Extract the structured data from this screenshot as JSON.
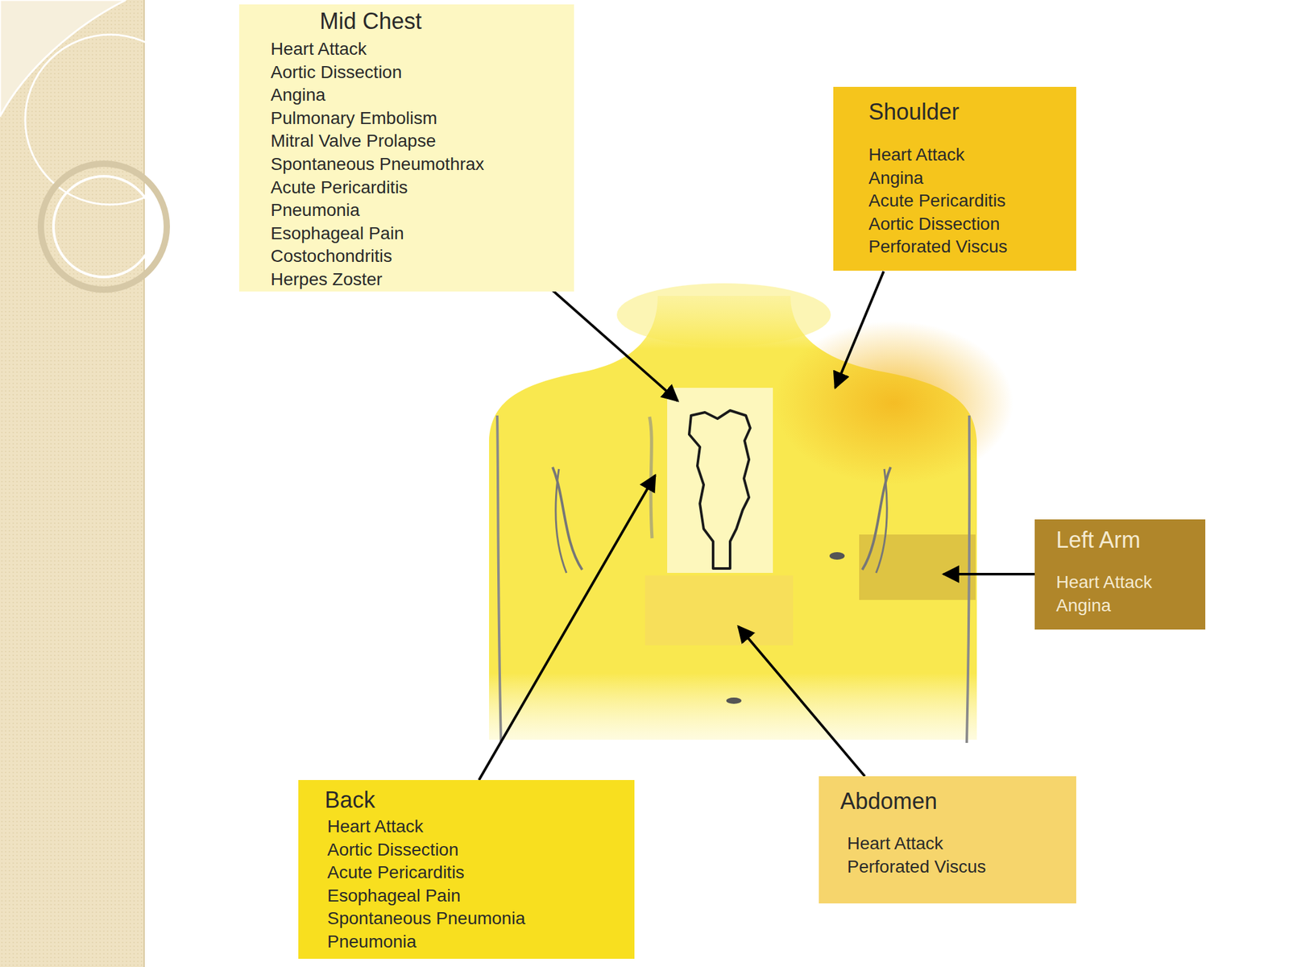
{
  "diagram": {
    "nodes": [
      {
        "text": [
          "Mid Chest",
          "Heart Attack",
          "Aortic Dissection",
          "Angina",
          "Pulmonary Embolism",
          "Mitral Valve Prolapse",
          "Spontaneous Pneumothrax",
          "Acute Pericarditis",
          "Pneumonia",
          "Esophageal Pain",
          "Costochondritis",
          "Herpes Zoster"
        ]
      },
      {
        "text": [
          "Shoulder",
          "Heart Attack",
          "Angina",
          "Acute Pericarditis",
          "Aortic Dissection",
          "Perforated Viscus"
        ]
      },
      {
        "text": [
          "Left Arm",
          "Heart Attack",
          "Angina"
        ]
      },
      {
        "text": [
          "Back",
          "Heart Attack",
          "Aortic Dissection",
          "Acute Pericarditis",
          "Esophageal Pain",
          "Spontaneous Pneumonia",
          "Pneumonia"
        ]
      },
      {
        "text": [
          "Abdomen",
          "Heart Attack",
          "Perforated Viscus"
        ]
      }
    ]
  }
}
